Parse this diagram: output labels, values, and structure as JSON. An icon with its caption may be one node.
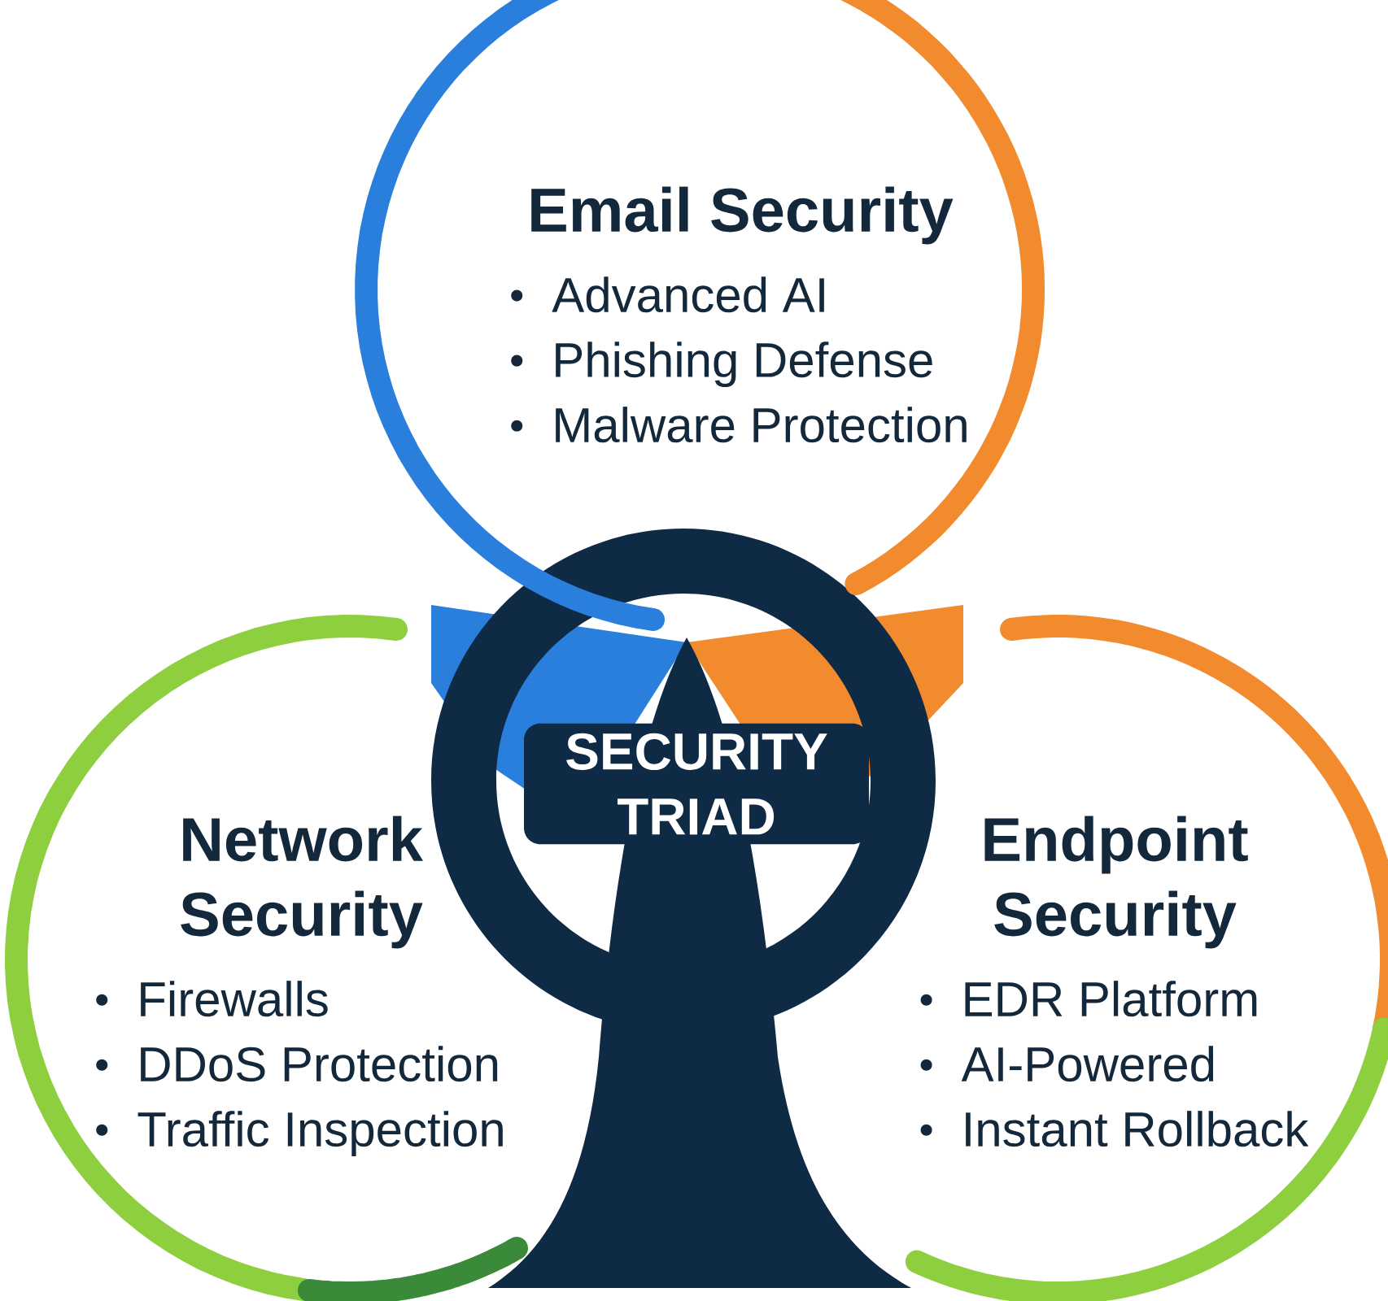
{
  "diagram": {
    "nodes": [
      {
        "text": [
          "Email Security",
          "Advanced AI",
          "Phishing Defense",
          "Malware Protection"
        ]
      },
      {
        "text": [
          "SECURITY TRIAD"
        ]
      },
      {
        "text": [
          "Network Security",
          "Firewalls",
          "DDoS Protection",
          "Traffic Inspection"
        ]
      },
      {
        "text": [
          "Endpoint Security",
          "EDR Platform",
          "AI-Powered",
          "Instant Rollback"
        ]
      }
    ]
  }
}
